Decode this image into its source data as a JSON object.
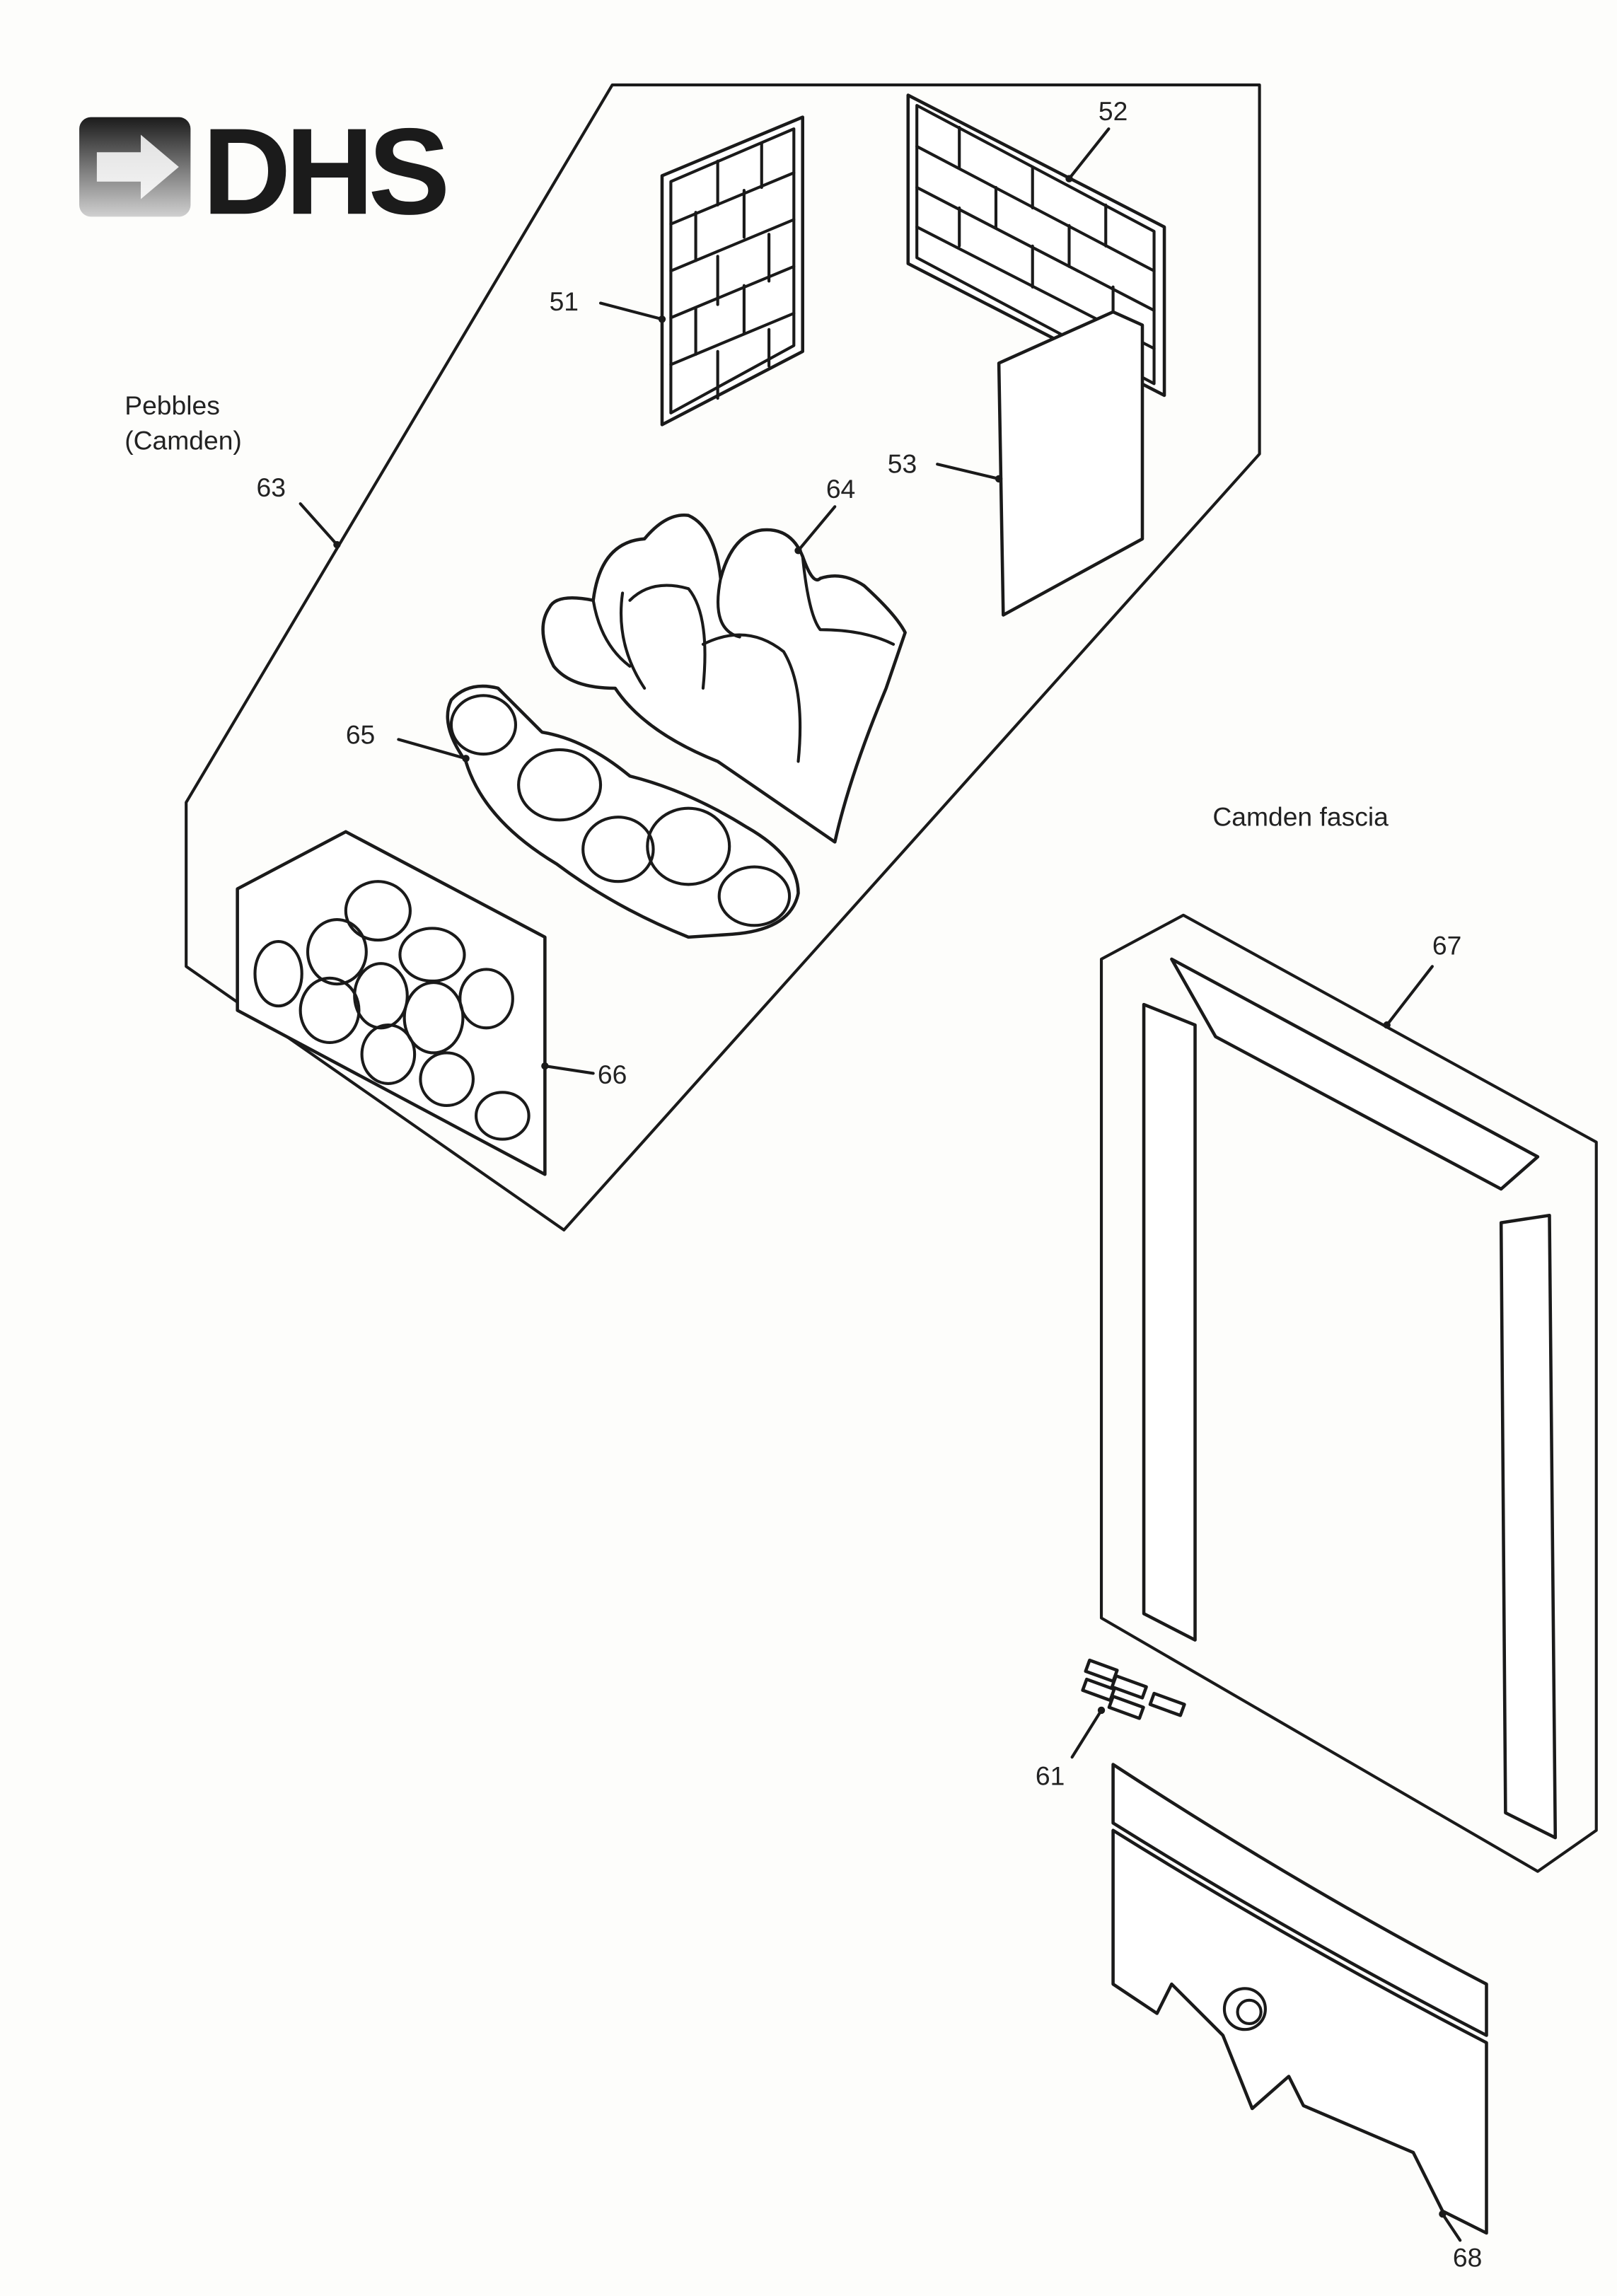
{
  "logo": {
    "text": "DHS",
    "colors": {
      "dark": "#1b1b1b",
      "grey": "#9a9a9a"
    }
  },
  "captions": {
    "pebbles_line1": "Pebbles",
    "pebbles_line2": "(Camden)",
    "fascia": "Camden fascia"
  },
  "parts": {
    "p51": "51",
    "p52": "52",
    "p53": "53",
    "p61": "61",
    "p63": "63",
    "p64": "64",
    "p65": "65",
    "p66": "66",
    "p67": "67",
    "p68": "68"
  }
}
